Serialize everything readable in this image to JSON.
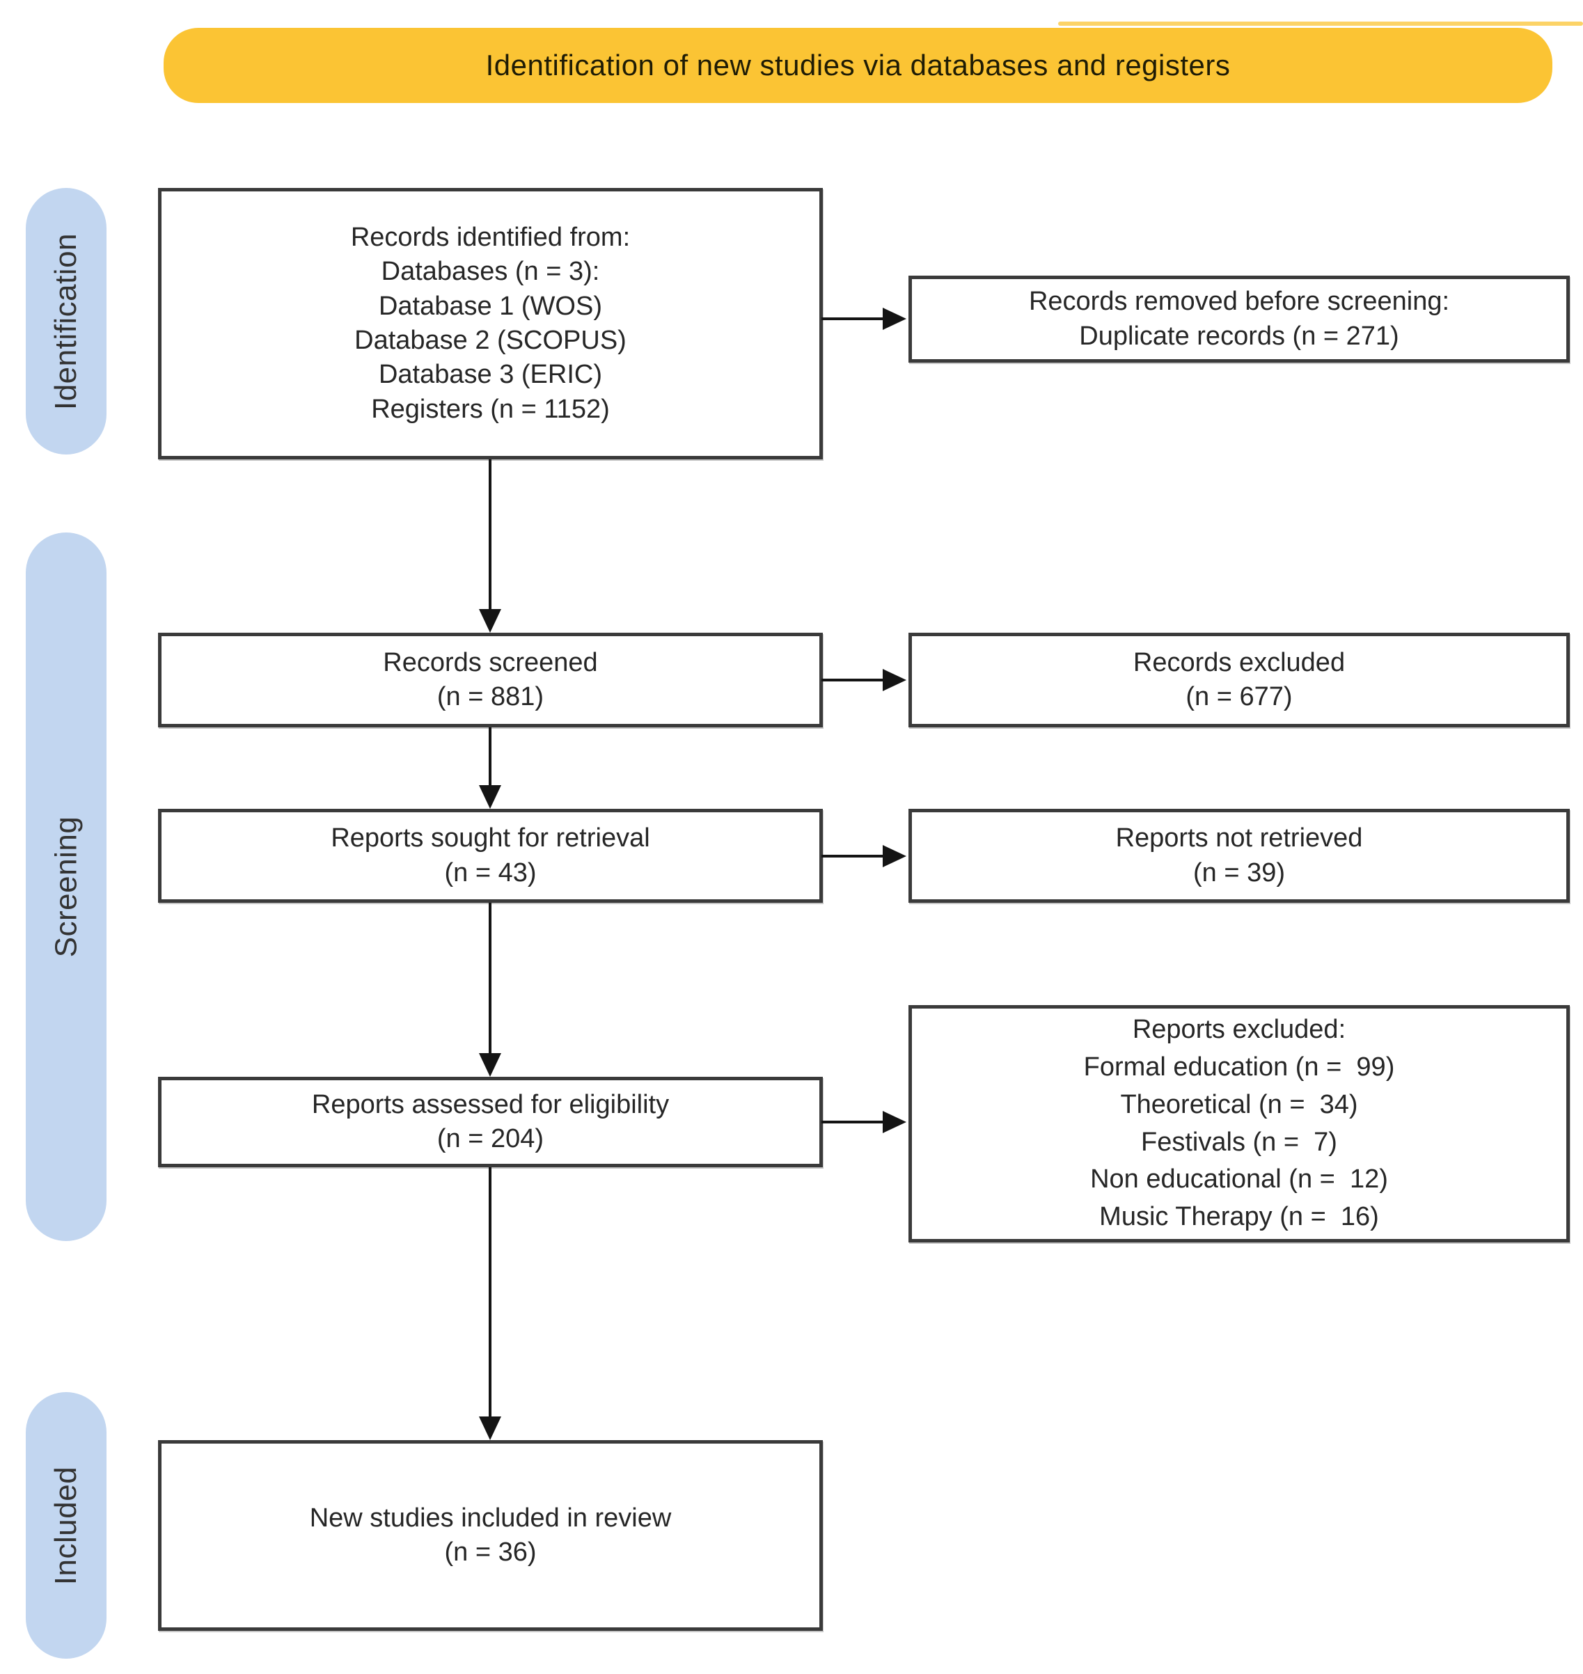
{
  "banner": {
    "label": "Identification of new studies via databases and registers"
  },
  "stages": [
    {
      "label": "Identification"
    },
    {
      "label": "Screening"
    },
    {
      "label": "Included"
    }
  ],
  "boxes": {
    "records_identified": {
      "lines": [
        "Records identified from:",
        "Databases (n = 3):",
        "Database 1 (WOS)",
        "Database 2 (SCOPUS)",
        "Database 3 (ERIC)",
        "Registers (n = 1152)"
      ]
    },
    "records_removed": {
      "lines": [
        "Records removed before screening:",
        "Duplicate records (n = 271)"
      ]
    },
    "records_screened": {
      "lines": [
        "Records screened",
        "(n = 881)"
      ]
    },
    "records_excluded": {
      "lines": [
        "Records excluded",
        "(n = 677)"
      ]
    },
    "reports_sought": {
      "lines": [
        "Reports sought for retrieval",
        "(n = 43)"
      ]
    },
    "reports_not_retrieved": {
      "lines": [
        "Reports not retrieved",
        "(n = 39)"
      ]
    },
    "reports_assessed": {
      "lines": [
        "Reports assessed for eligibility",
        "(n = 204)"
      ]
    },
    "reports_excluded": {
      "lines": [
        "Reports excluded:",
        "Formal education (n =  99)",
        "Theoretical (n =  34)",
        "Festivals (n =  7)",
        "Non educational (n =  12)",
        "Music Therapy (n =  16)"
      ]
    },
    "new_studies_included": {
      "lines": [
        "New studies included in review",
        "(n = 36)"
      ]
    }
  },
  "colors": {
    "banner_yellow": "#FBC434",
    "stage_pill_blue": "#C2D6F0",
    "box_border": "#3A3A3A",
    "arrow_black": "#141414",
    "box_background": "#FFFFFF"
  }
}
